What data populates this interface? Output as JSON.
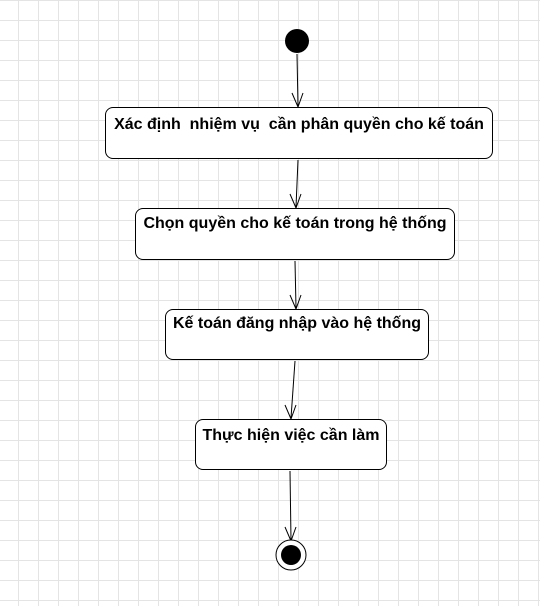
{
  "diagram": {
    "type": "activity",
    "colors": {
      "stroke": "#000000",
      "fill": "#ffffff",
      "grid": "#e4e4e4"
    },
    "nodes": [
      {
        "id": "start",
        "kind": "initial"
      },
      {
        "id": "a1",
        "kind": "action",
        "label": "Xác định  nhiệm vụ  cần phân quyền cho kế toán"
      },
      {
        "id": "a2",
        "kind": "action",
        "label": "Chọn quyền cho kế toán trong hệ thống"
      },
      {
        "id": "a3",
        "kind": "action",
        "label": "Kế toán đăng nhập vào hệ thống"
      },
      {
        "id": "a4",
        "kind": "action",
        "label": "Thực hiện việc cần làm"
      },
      {
        "id": "end",
        "kind": "final"
      }
    ],
    "edges": [
      {
        "from": "start",
        "to": "a1"
      },
      {
        "from": "a1",
        "to": "a2"
      },
      {
        "from": "a2",
        "to": "a3"
      },
      {
        "from": "a3",
        "to": "a4"
      },
      {
        "from": "a4",
        "to": "end"
      }
    ]
  }
}
